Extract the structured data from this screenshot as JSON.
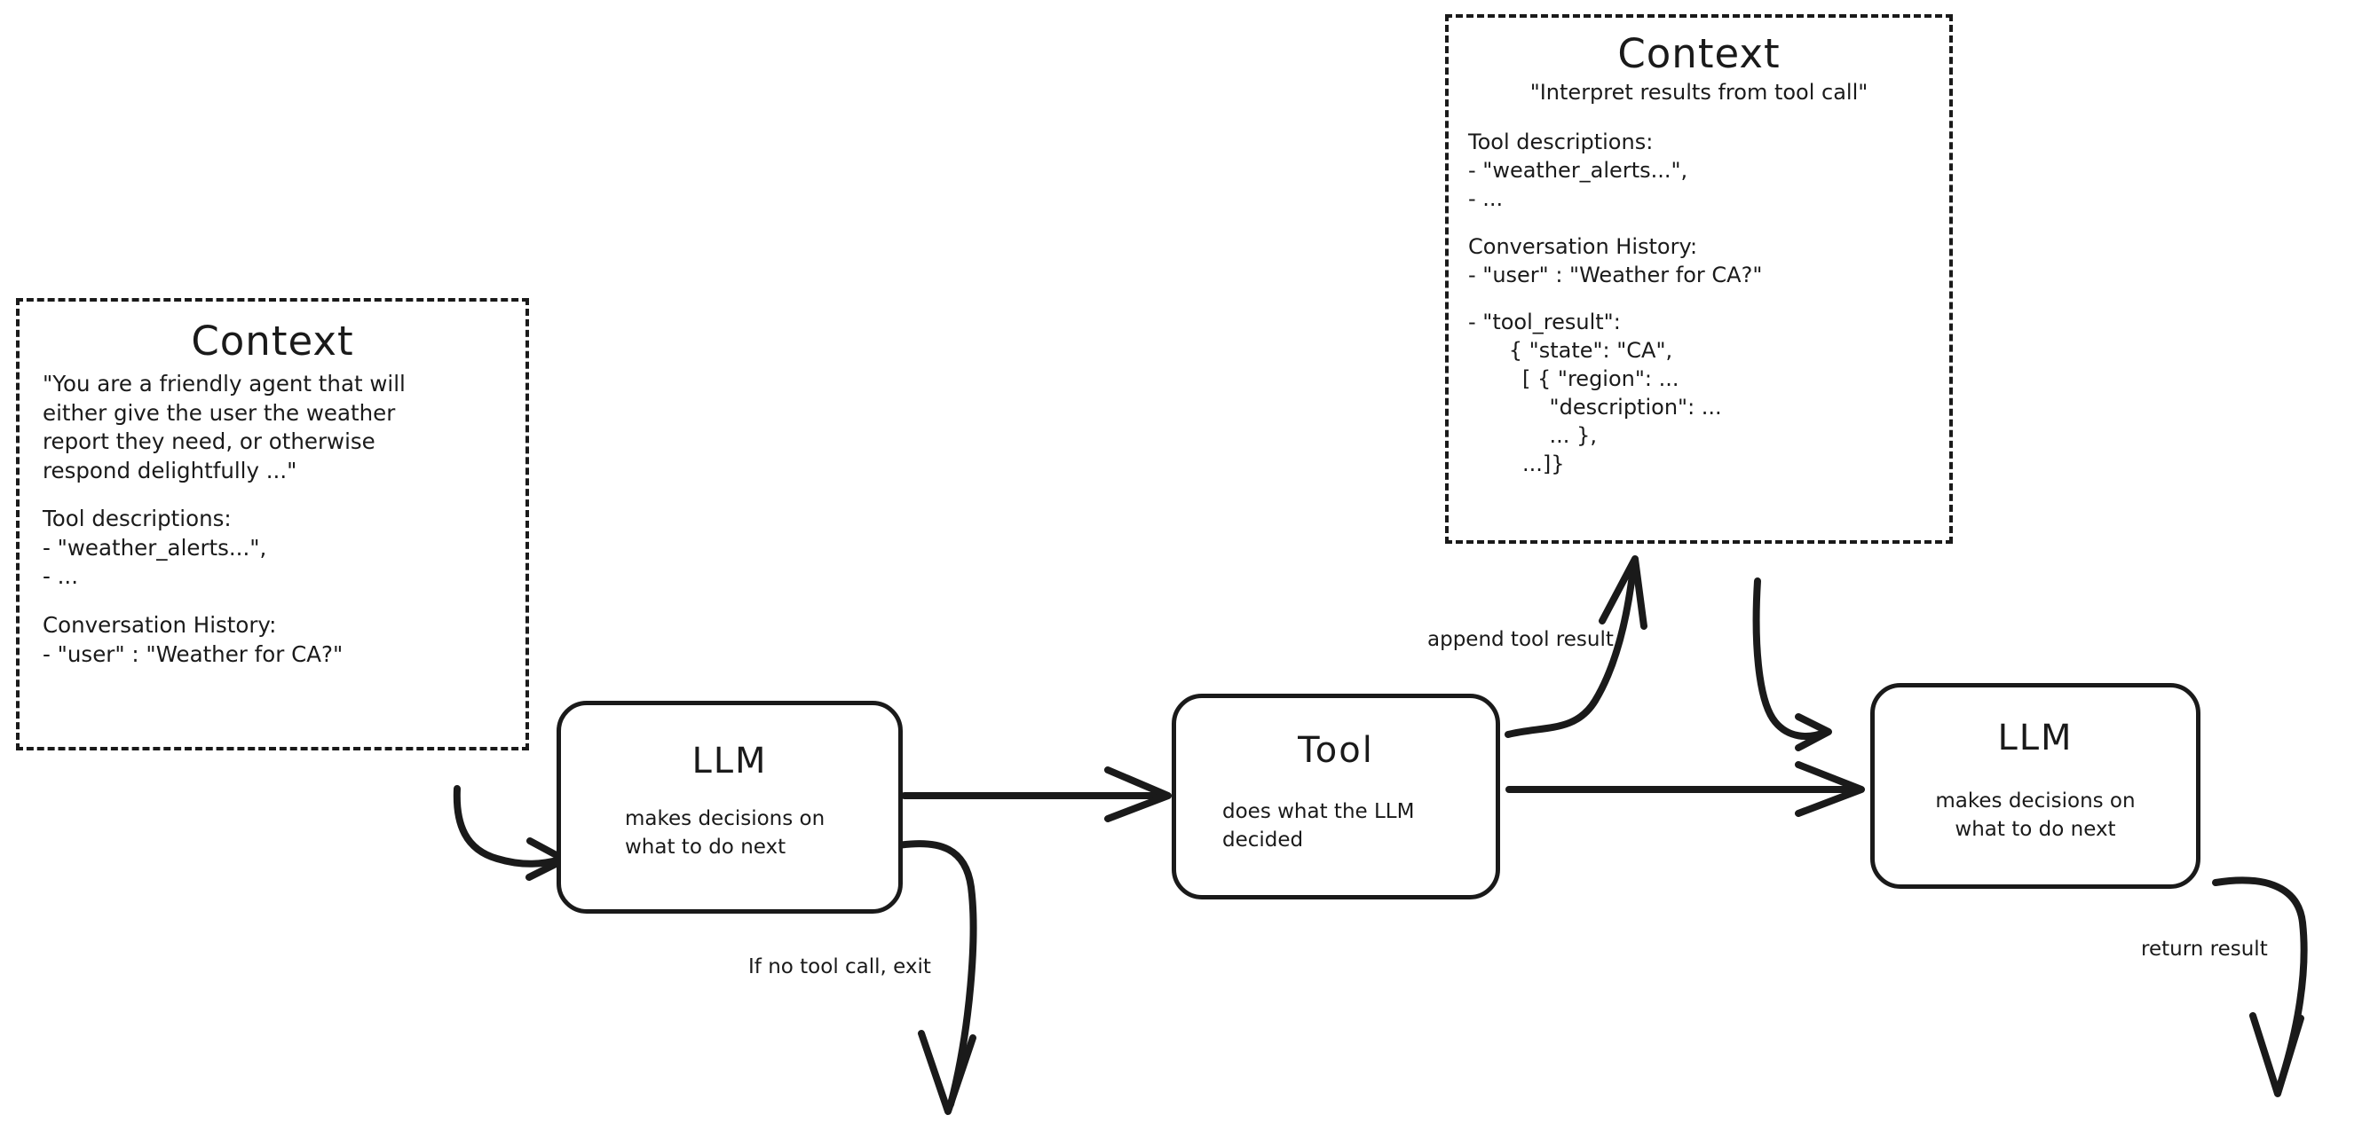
{
  "diagram": {
    "title": "Agent loop with LLM, Tool and Context",
    "stroke_color": "#1a1a1a",
    "background_color": "#ffffff"
  },
  "context_left": {
    "title": "Context",
    "system_prompt": "\"You are a friendly agent that will\neither give the user the weather\nreport they need, or otherwise\nrespond delightfully ...\"",
    "tool_descriptions_header": "Tool descriptions:",
    "tool_descriptions": [
      "- \"weather_alerts...\",",
      "- ..."
    ],
    "conversation_header": "Conversation History:",
    "conversation": [
      "- \"user\" : \"Weather for CA?\""
    ]
  },
  "context_right": {
    "title": "Context",
    "system_prompt": "\"Interpret results from tool call\"",
    "tool_descriptions_header": "Tool descriptions:",
    "tool_descriptions": [
      "- \"weather_alerts...\",",
      "- ..."
    ],
    "conversation_header": "Conversation History:",
    "conversation": [
      "- \"user\" : \"Weather for CA?\""
    ],
    "tool_result_header": "- \"tool_result\":",
    "tool_result_lines": [
      "      { \"state\": \"CA\",",
      "        [ { \"region\": ...",
      "            \"description\": ...",
      "            ... },",
      "        ...]}"
    ]
  },
  "nodes": {
    "llm_1": {
      "title": "LLM",
      "subtitle": "makes decisions on\nwhat to do next"
    },
    "tool": {
      "title": "Tool",
      "subtitle": "does what the LLM\ndecided"
    },
    "llm_2": {
      "title": "LLM",
      "subtitle": "makes decisions on\nwhat to do next"
    }
  },
  "edges": {
    "context_to_llm1": {
      "label": ""
    },
    "llm1_to_tool": {
      "label": ""
    },
    "llm1_exit": {
      "label": "If no tool call, exit"
    },
    "tool_to_context": {
      "label": "append tool result"
    },
    "tool_to_llm2": {
      "label": ""
    },
    "context_to_llm2": {
      "label": ""
    },
    "llm2_return": {
      "label": "return result"
    }
  }
}
